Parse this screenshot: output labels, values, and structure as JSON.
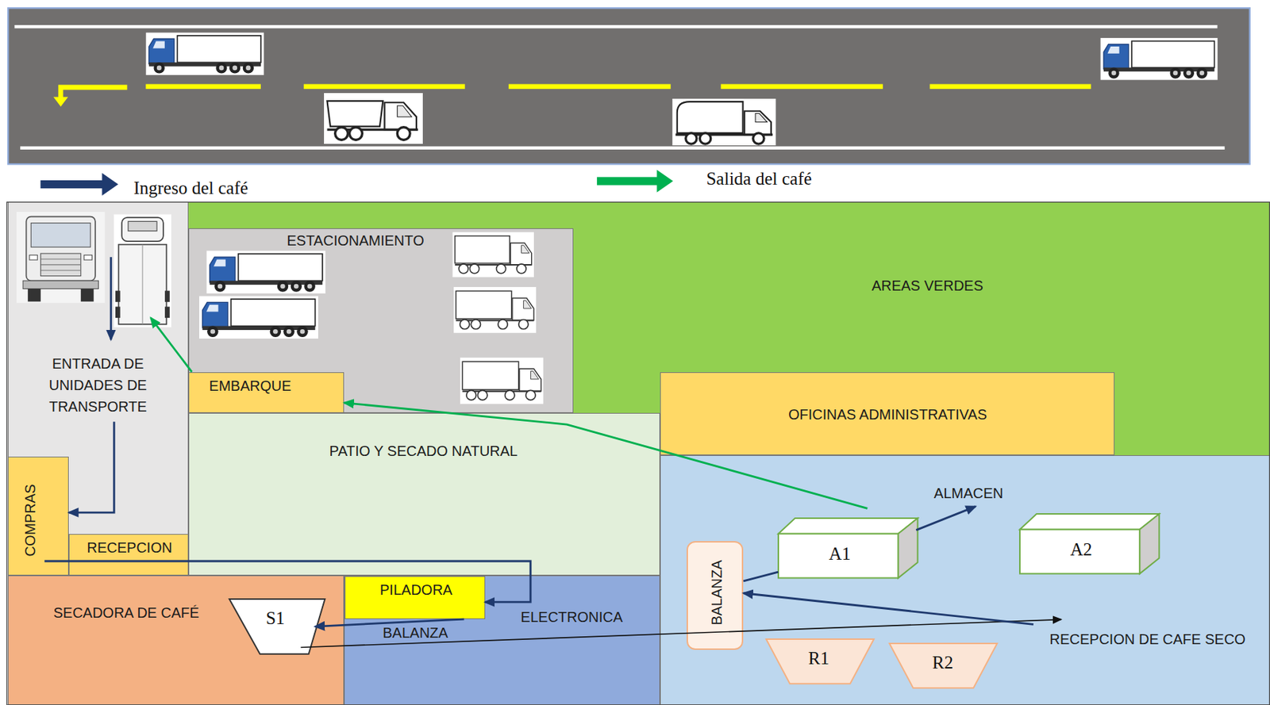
{
  "diagram": {
    "nodes": [
      {
        "text": [
          "ENTRADA DE UNIDADES DE TRANSPORTE"
        ]
      },
      {
        "text": [
          "AREAS VERDES"
        ]
      },
      {
        "text": [
          "ESTACIONAMIENTO"
        ]
      },
      {
        "text": [
          "EMBARQUE"
        ]
      },
      {
        "text": [
          "OFICINAS ADMINISTRATIVAS"
        ]
      },
      {
        "text": [
          "PATIO Y SECADO NATURAL"
        ]
      },
      {
        "text": [
          "COMPRAS"
        ]
      },
      {
        "text": [
          "RECEPCION"
        ]
      },
      {
        "text": [
          "SECADORA DE CAFÉ"
        ]
      },
      {
        "text": [
          "S1"
        ],
        "in": 8
      },
      {
        "text": [
          "ELECTRONICA",
          "BALANZA"
        ]
      },
      {
        "text": [
          "PILADORA"
        ],
        "in": 10
      },
      {
        "text": [
          "ALMACEN",
          "RECEPCION DE CAFE SECO"
        ]
      },
      {
        "text": [
          "BALANZA"
        ],
        "in": 12
      },
      {
        "text": [
          "A1"
        ],
        "in": 12
      },
      {
        "text": [
          "A2"
        ],
        "in": 12
      },
      {
        "text": [
          "R1"
        ],
        "in": 12
      },
      {
        "text": [
          "R2"
        ],
        "in": 12
      }
    ],
    "edges": [
      {
        "from": 0,
        "to": 6,
        "arrow": "to"
      },
      {
        "from": 6,
        "to": 11,
        "arrow": "to"
      },
      {
        "from": 11,
        "to": 9,
        "arrow": "to"
      },
      {
        "from": 9,
        "to": 12,
        "arrow": "to"
      },
      {
        "from": 12,
        "to": 13,
        "arrow": "to"
      },
      {
        "from": 13,
        "to": 14,
        "arrow": "none"
      },
      {
        "from": 14,
        "to": 12,
        "arrow": "to"
      },
      {
        "from": 14,
        "to": 3,
        "arrow": "to"
      },
      {
        "from": 3,
        "to": 0,
        "arrow": "to"
      }
    ],
    "legend": [
      {
        "text": "Ingreso del café"
      },
      {
        "text": "Salida del café"
      }
    ]
  }
}
